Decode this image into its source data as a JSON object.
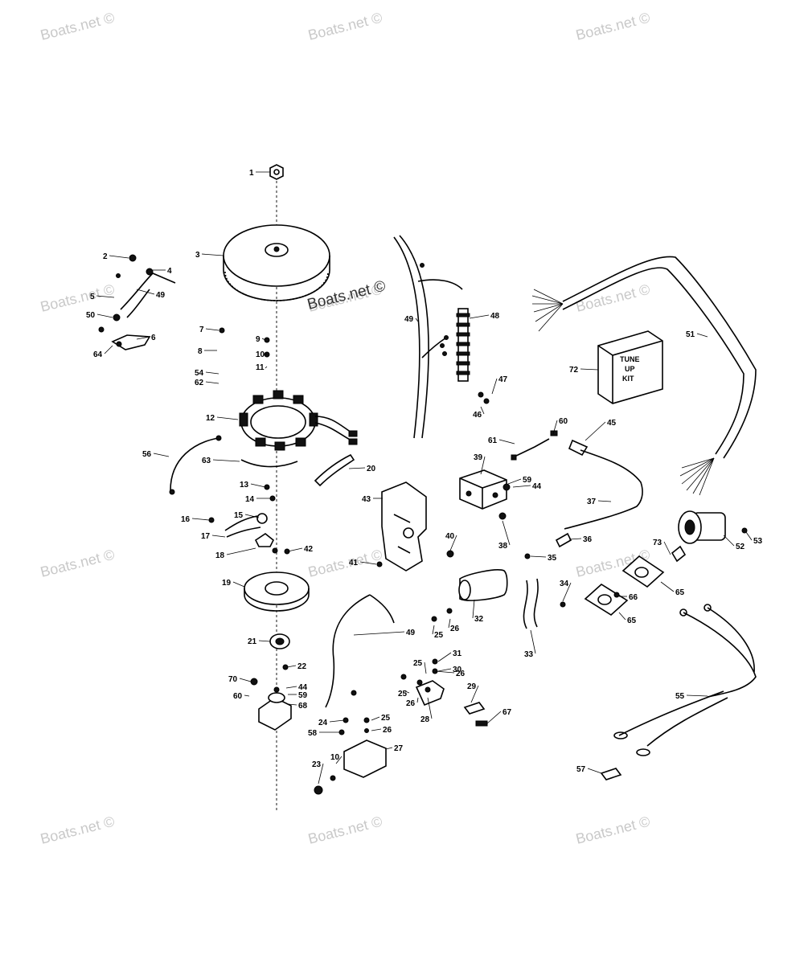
{
  "watermarks": [
    {
      "text": "Boats.net ©"
    },
    {
      "text": "Boats.net ©"
    },
    {
      "text": "Boats.net ©"
    },
    {
      "text": "Boats.net ©"
    },
    {
      "text": "Boats.net ©"
    },
    {
      "text": "Boats.net ©"
    },
    {
      "text": "Boats.net ©"
    },
    {
      "text": "Boats.net ©"
    },
    {
      "text": "Boats.net ©"
    },
    {
      "text": "Boats.net ©"
    },
    {
      "text": "Boats.net ©"
    },
    {
      "text": "Boats.net ©"
    }
  ],
  "center_watermark": "Boats.net ©",
  "kit_label": {
    "line1": "TUNE",
    "line2": "UP",
    "line3": "KIT"
  },
  "callouts": [
    "1",
    "2",
    "3",
    "4",
    "5",
    "6",
    "7",
    "8",
    "9",
    "10",
    "11",
    "12",
    "13",
    "14",
    "15",
    "16",
    "17",
    "18",
    "19",
    "20",
    "21",
    "22",
    "23",
    "24",
    "25",
    "26",
    "27",
    "28",
    "29",
    "30",
    "31",
    "32",
    "33",
    "34",
    "35",
    "36",
    "37",
    "38",
    "39",
    "40",
    "41",
    "42",
    "43",
    "44",
    "45",
    "46",
    "47",
    "48",
    "49",
    "50",
    "51",
    "52",
    "53",
    "54",
    "55",
    "56",
    "57",
    "58",
    "59",
    "60",
    "61",
    "62",
    "63",
    "64",
    "65",
    "66",
    "67",
    "68",
    "70",
    "72",
    "73",
    "49",
    "49",
    "25",
    "26",
    "25",
    "26",
    "25",
    "26",
    "59",
    "44",
    "60",
    "65",
    "10"
  ]
}
